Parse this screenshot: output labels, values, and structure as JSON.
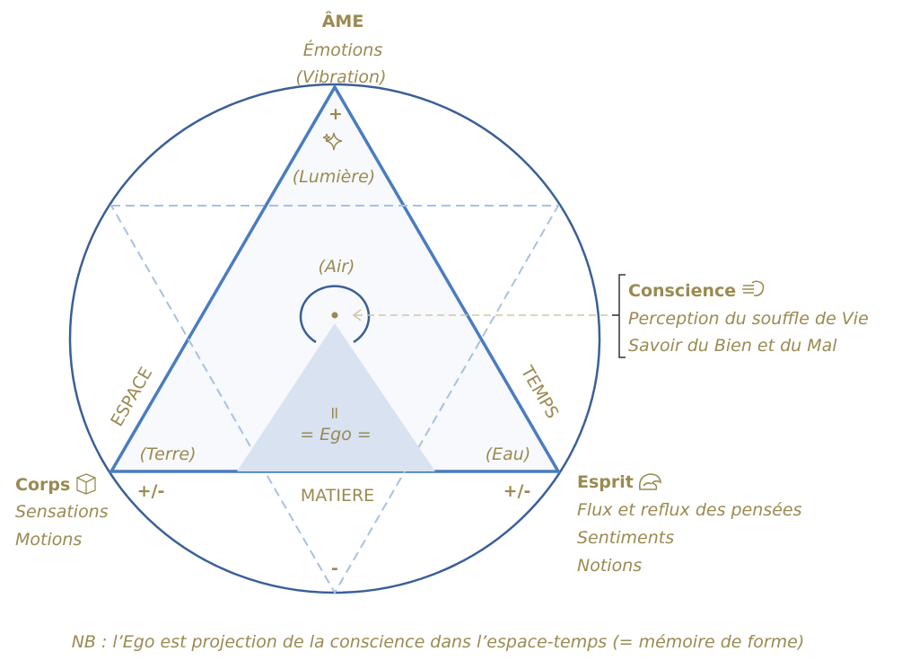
{
  "colors": {
    "text": "#9a8a52",
    "circle": "#3a5f96",
    "triangle": "#4a7cc0",
    "dashed": "#a9c0e2",
    "ego_fill": "#d8e2f0"
  },
  "top": {
    "title": "ÂME",
    "line1": "Émotions",
    "line2": "(Vibration)",
    "sign": "+",
    "light": "(Lumière)",
    "icon": "sparkle-icon"
  },
  "center": {
    "air": "(Air)",
    "equals_vertical": "=",
    "ego": "= Ego ="
  },
  "sides": {
    "left": "ESPACE",
    "right": "TEMPS",
    "bottom": "MATIERE"
  },
  "corners": {
    "left_element": "(Terre)",
    "right_element": "(Eau)",
    "left_sign": "+/-",
    "right_sign": "+/-",
    "bottom_sign": "-"
  },
  "conscience": {
    "title": "Conscience",
    "icon": "wind-icon",
    "line1": "Perception du souffle de Vie",
    "line2": "Savoir du Bien et du Mal"
  },
  "corps": {
    "title": "Corps",
    "icon": "cube-icon",
    "line1": "Sensations",
    "line2": "Motions"
  },
  "esprit": {
    "title": "Esprit",
    "icon": "wave-icon",
    "line1": "Flux et reflux des pensées",
    "line2": "Sentiments",
    "line3": "Notions"
  },
  "footnote": "NB : l’Ego est projection de la conscience dans l’espace-temps (= mémoire de forme)"
}
